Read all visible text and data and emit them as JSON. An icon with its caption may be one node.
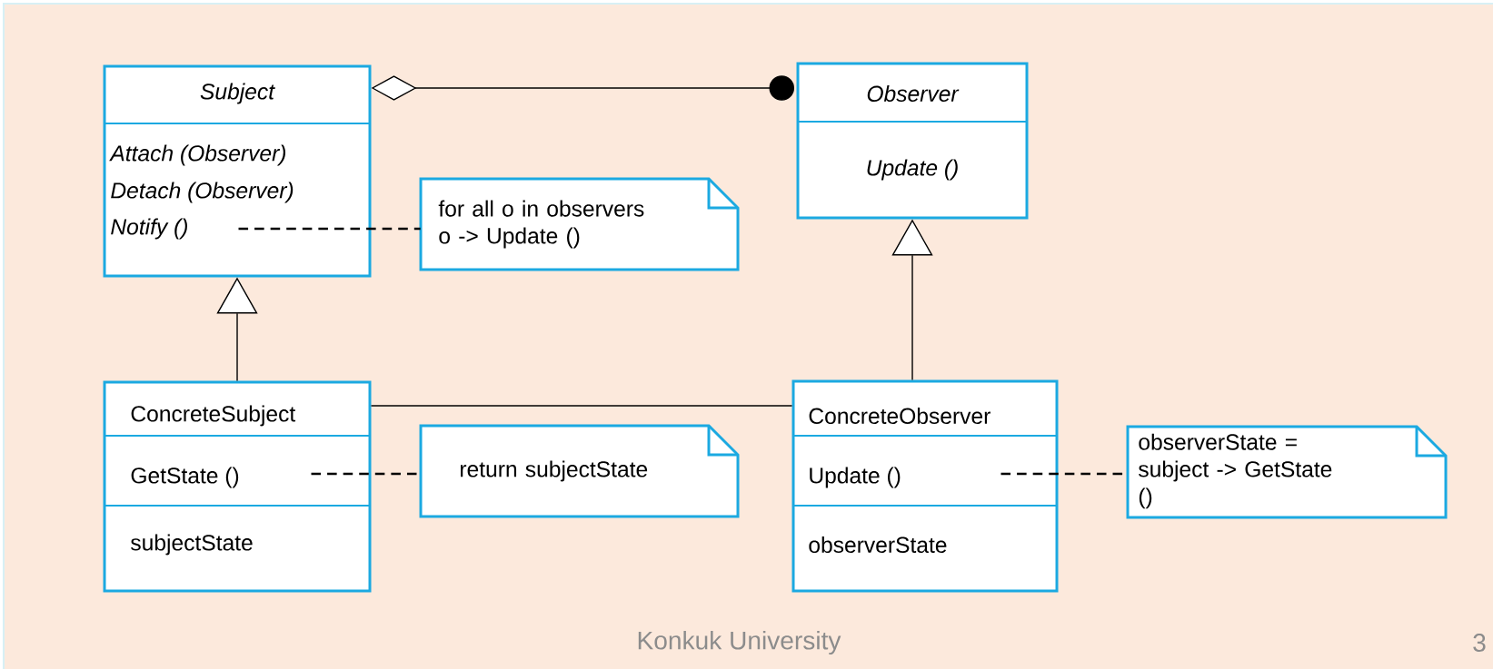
{
  "diagram": {
    "nodes": [
      {
        "text": [
          "Subject",
          "Attach (Observer)",
          "Detach (Observer)",
          "Notify ()"
        ]
      },
      {
        "text": [
          "Observer",
          "Update ()"
        ]
      },
      {
        "text": [
          "for all o in observers o -> Update ()"
        ]
      },
      {
        "text": [
          "ConcreteSubject",
          "GetState ()",
          "subjectState"
        ]
      },
      {
        "text": [
          "return subjectState"
        ]
      },
      {
        "text": [
          "ConcreteObserver",
          "Update ()",
          "observerState"
        ]
      },
      {
        "text": [
          "observerState = subject -> GetState ()"
        ]
      }
    ],
    "edges": [
      {
        "from": 0,
        "to": 1,
        "arrow": "other"
      },
      {
        "from": 0,
        "to": 2,
        "arrow": "none",
        "style": "dashed"
      },
      {
        "from": 3,
        "to": 0,
        "arrow": "to"
      },
      {
        "from": 5,
        "to": 1,
        "arrow": "to"
      },
      {
        "from": 3,
        "to": 5,
        "arrow": "none"
      },
      {
        "from": 3,
        "to": 4,
        "arrow": "none",
        "style": "dashed"
      },
      {
        "from": 5,
        "to": 6,
        "arrow": "none",
        "style": "dashed"
      }
    ],
    "labels": [
      "Konkuk University",
      "3"
    ]
  }
}
